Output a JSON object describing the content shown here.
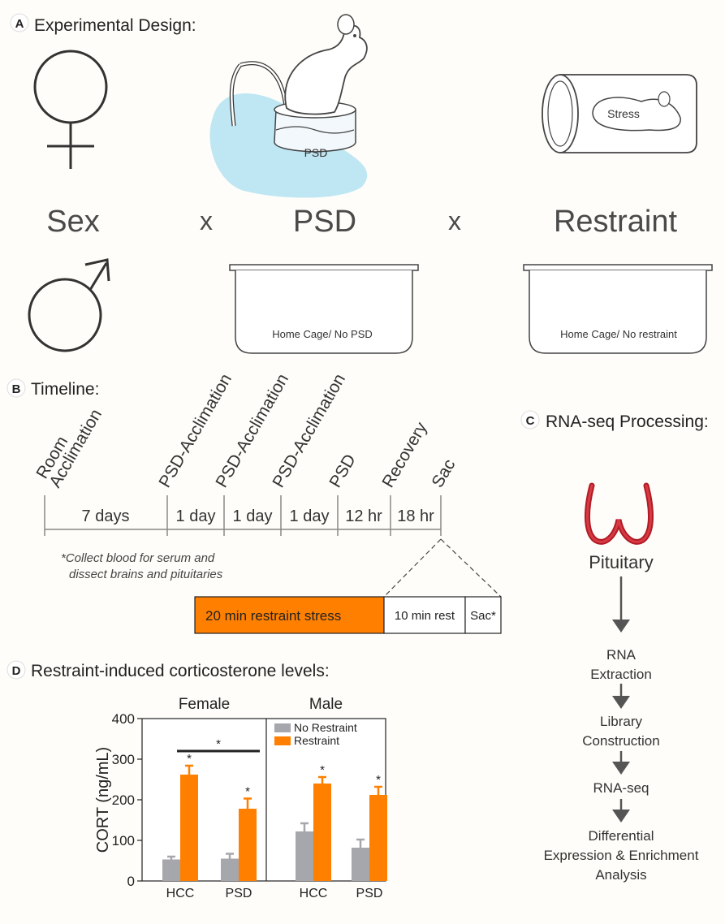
{
  "panel_a": {
    "letter": "A",
    "title": "Experimental Design:",
    "psd_label": "PSD",
    "stress_label": "Stress",
    "factors": {
      "sex": "Sex",
      "x1": "x",
      "psd": "PSD",
      "x2": "x",
      "restraint": "Restraint"
    },
    "home_cage_psd": "Home Cage/ No PSD",
    "home_cage_restraint": "Home Cage/ No restraint"
  },
  "panel_b": {
    "letter": "B",
    "title": "Timeline:",
    "events": [
      "Room",
      "Acclimation",
      "PSD-Acclimation",
      "PSD-Acclimation",
      "PSD-Acclimation",
      "PSD",
      "Recovery",
      "Sac"
    ],
    "durations": [
      "7 days",
      "1 day",
      "1 day",
      "1 day",
      "12 hr",
      "18 hr"
    ],
    "note_line1": "*Collect blood for serum and",
    "note_line2": "dissect brains and pituitaries",
    "sac_box": [
      "20 min restraint stress",
      "10 min rest",
      "Sac*"
    ]
  },
  "panel_c": {
    "letter": "C",
    "title": "RNA-seq  Processing:",
    "tissue": "Pituitary",
    "steps": [
      [
        "RNA",
        "Extraction"
      ],
      [
        "Library",
        "Construction"
      ],
      [
        "RNA-seq"
      ],
      [
        "Differential",
        "Expression & Enrichment",
        "Analysis"
      ]
    ]
  },
  "panel_d": {
    "letter": "D",
    "title": "Restraint-induced corticosterone levels:"
  },
  "colors": {
    "gray": "#a6a6ad",
    "orange": "#ff7f00",
    "lake": "#bfe7f3",
    "dark": "#3a3a3a",
    "line": "#888888"
  },
  "chart_data": {
    "type": "bar",
    "ylabel": "CORT (ng/mL)",
    "ylim": [
      0,
      400
    ],
    "yticks": [
      0,
      100,
      200,
      300,
      400
    ],
    "panels": [
      {
        "title": "Female",
        "categories": [
          "HCC",
          "PSD"
        ]
      },
      {
        "title": "Male",
        "categories": [
          "HCC",
          "PSD"
        ]
      }
    ],
    "series": [
      {
        "name": "No Restraint",
        "color": "#a6a6ad",
        "values": [
          53,
          55,
          122,
          82
        ],
        "errors": [
          7,
          12,
          20,
          20
        ]
      },
      {
        "name": "Restraint",
        "color": "#ff7f00",
        "values": [
          262,
          178,
          240,
          212
        ],
        "errors": [
          22,
          25,
          16,
          20
        ]
      }
    ],
    "significance": [
      "*",
      "*",
      "*",
      "*"
    ],
    "bracket_label": "*",
    "legend_position": "top-right"
  }
}
